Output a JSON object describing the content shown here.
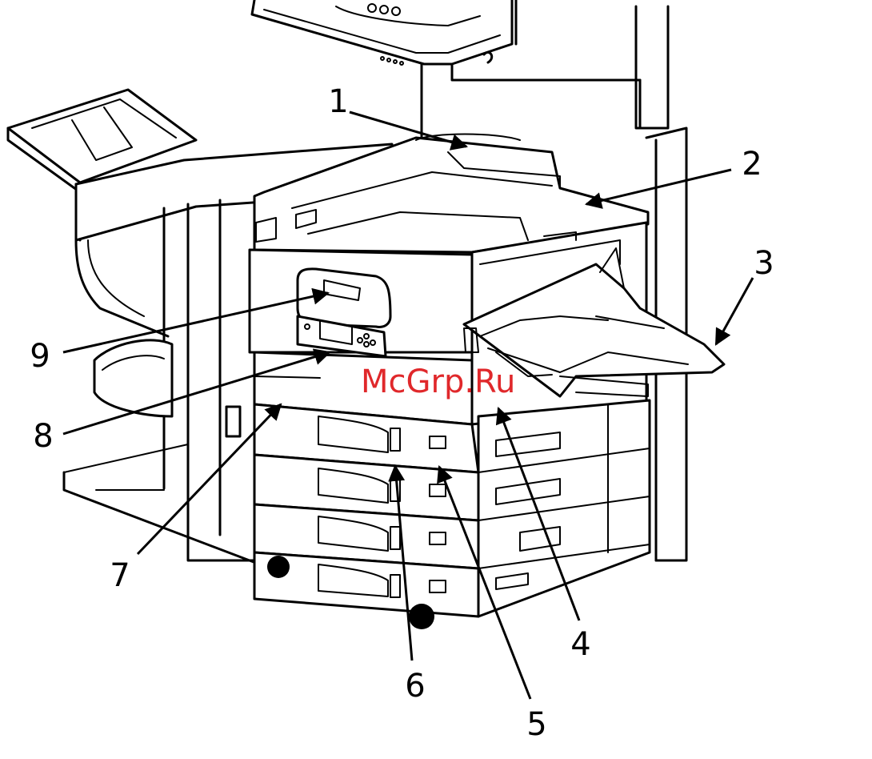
{
  "callouts": [
    {
      "id": "1",
      "label": "1"
    },
    {
      "id": "2",
      "label": "2"
    },
    {
      "id": "3",
      "label": "3"
    },
    {
      "id": "4",
      "label": "4"
    },
    {
      "id": "5",
      "label": "5"
    },
    {
      "id": "6",
      "label": "6"
    },
    {
      "id": "7",
      "label": "7"
    },
    {
      "id": "8",
      "label": "8"
    },
    {
      "id": "9",
      "label": "9"
    }
  ],
  "watermark": "McGrp.Ru",
  "colors": {
    "line": "#000000",
    "background": "#ffffff",
    "watermark": "#e0282b"
  }
}
